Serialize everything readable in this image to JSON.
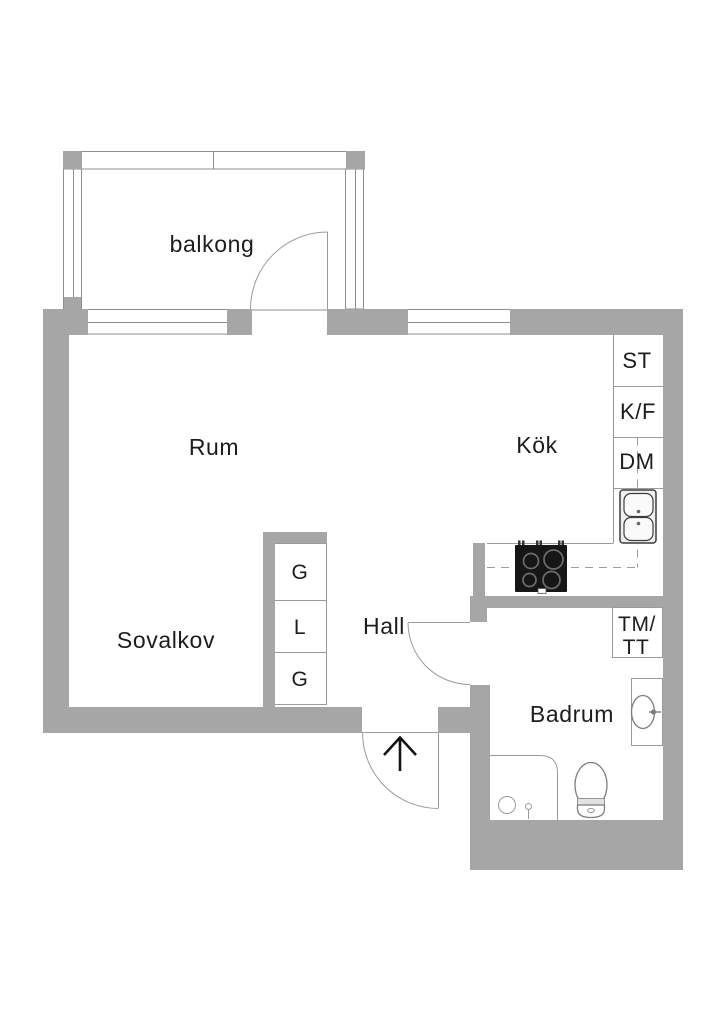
{
  "colors": {
    "wall": "#a6a6a6",
    "line": "#8f8f8f",
    "detail": "#9b9b9b",
    "text": "#1c1c1c"
  },
  "rooms": {
    "balcony": {
      "label": "balkong"
    },
    "main_room": {
      "label": "Rum"
    },
    "kitchen": {
      "label": "Kök"
    },
    "sleeping_alcove": {
      "label": "Sovalkov"
    },
    "hall": {
      "label": "Hall"
    },
    "bathroom": {
      "label": "Badrum"
    }
  },
  "kitchen_units": {
    "tall_cabinet": "ST",
    "fridge_freezer": "K/F",
    "dishwasher": "DM"
  },
  "bathroom_units": {
    "washer_dryer_line1": "TM/",
    "washer_dryer_line2": "TT"
  },
  "hall_closets": {
    "wardrobe_top": "G",
    "linen_cabinet": "L",
    "wardrobe_bottom": "G"
  },
  "fixture_icons": [
    "stove-icon",
    "sink-icon",
    "toilet-icon",
    "washbasin-icon",
    "shower-icon",
    "entrance-arrow-icon",
    "door-swing-arc",
    "window-glyph"
  ]
}
